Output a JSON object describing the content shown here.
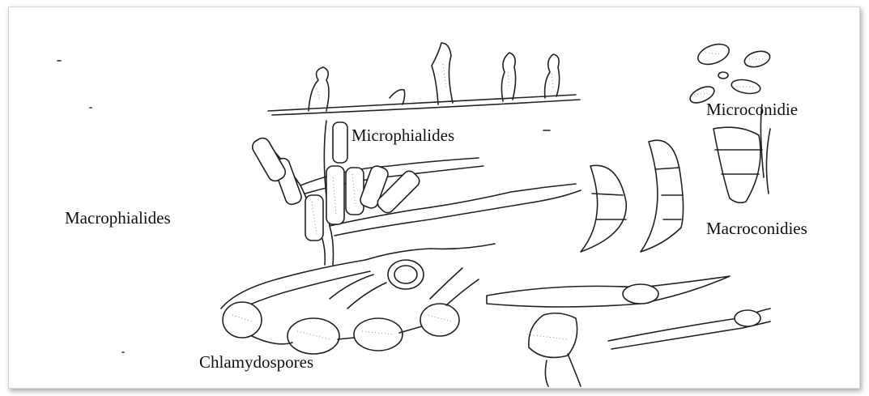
{
  "figure": {
    "labels": {
      "microphialides": "Microphialides",
      "microconidie": "Microconidie",
      "macrophialides": "Macrophialides",
      "macroconidies": "Macroconidies",
      "chlamydospores": "Chlamydospores"
    }
  }
}
